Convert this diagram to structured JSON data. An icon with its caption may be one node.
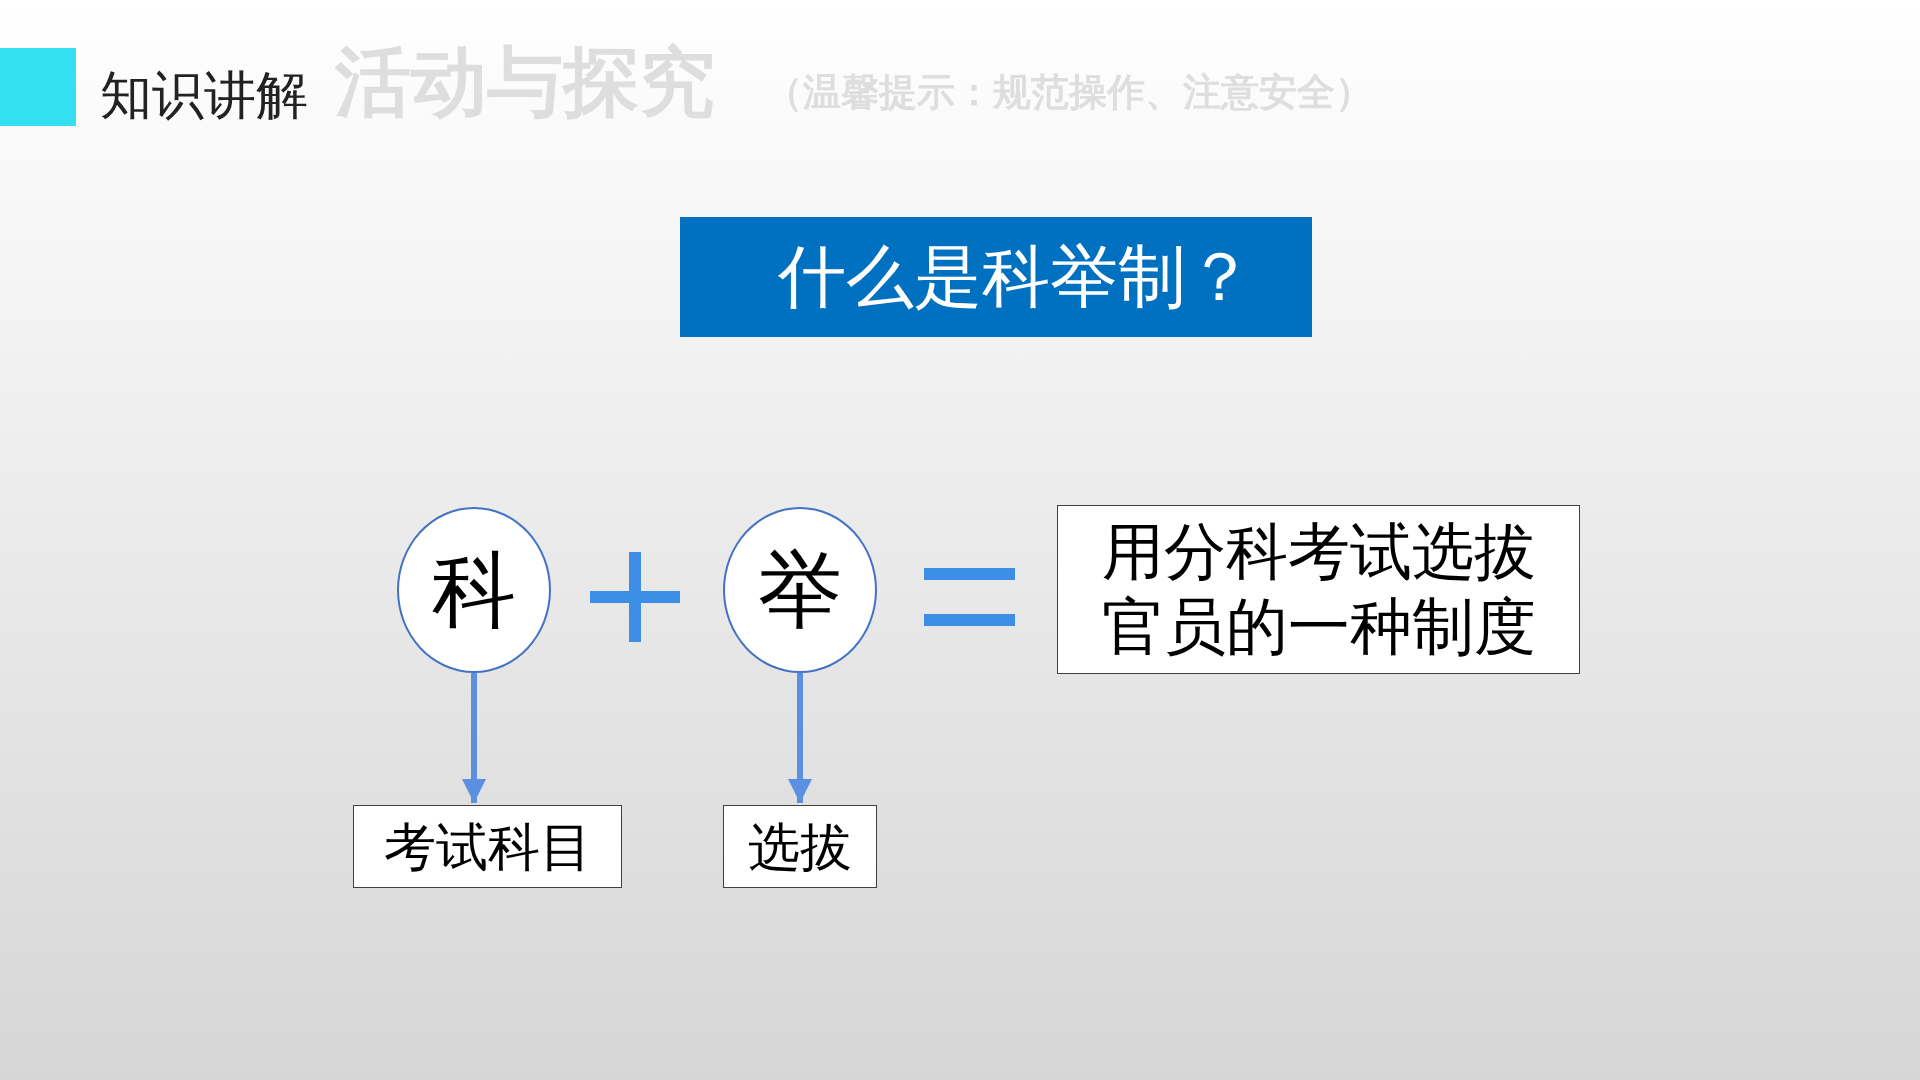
{
  "diagram": {
    "title": "知识讲解",
    "nodes": [
      {
        "text": [
          "什么是科举制？"
        ]
      },
      {
        "text": [
          "科"
        ]
      },
      {
        "text": [
          "举"
        ]
      },
      {
        "text": [
          "用分科考试选拔官员的一种制度"
        ]
      },
      {
        "text": [
          "考试科目"
        ]
      },
      {
        "text": [
          "选拔"
        ]
      }
    ],
    "edges": [
      {
        "from": 1,
        "to": 4,
        "arrow": "to"
      },
      {
        "from": 2,
        "to": 5,
        "arrow": "to"
      }
    ],
    "labels": [
      "活动与探究",
      "（温馨提示：规范操作、注意安全）"
    ]
  }
}
